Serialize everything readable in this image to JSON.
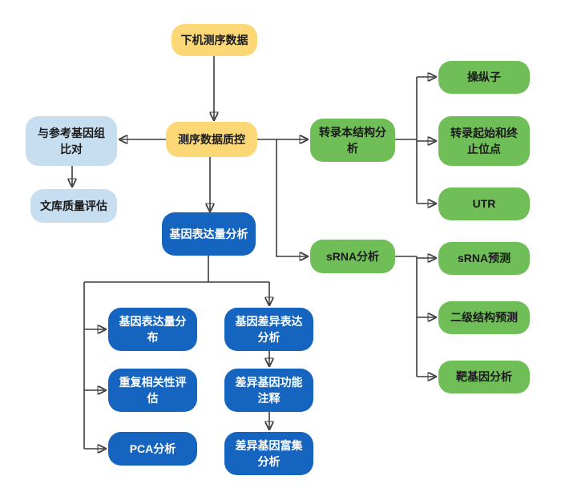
{
  "diagram": {
    "colors": {
      "yellow_node": "#FBD775",
      "light_blue_node": "#C7DEF1",
      "green_node": "#6FBE58",
      "dark_blue_node": "#1565C0",
      "connector": "#3c3c3c"
    },
    "nodes": {
      "raw_data": {
        "label": "下机测序数据"
      },
      "qc": {
        "label": "测序数据质控"
      },
      "align_ref": {
        "label": "与参考基因组比对"
      },
      "library_qa": {
        "label": "文库质量评估"
      },
      "transcript_structure": {
        "label": "转录本结构分析"
      },
      "operon": {
        "label": "操纵子"
      },
      "tss_tts": {
        "label": "转录起始和终止位点"
      },
      "utr": {
        "label": "UTR"
      },
      "gene_expression": {
        "label": "基因表达量分析"
      },
      "srna": {
        "label": "sRNA分析"
      },
      "srna_prediction": {
        "label": "sRNA预测"
      },
      "secondary_structure": {
        "label": "二级结构预测"
      },
      "target_gene": {
        "label": "靶基因分析"
      },
      "expression_distribution": {
        "label": "基因表达量分布"
      },
      "replicate_correlation": {
        "label": "重复相关性评估"
      },
      "pca": {
        "label": "PCA分析"
      },
      "diff_expression": {
        "label": "基因差异表达分析"
      },
      "diff_function_annotation": {
        "label": "差异基因功能注释"
      },
      "diff_enrichment": {
        "label": "差异基因富集分析"
      }
    }
  }
}
